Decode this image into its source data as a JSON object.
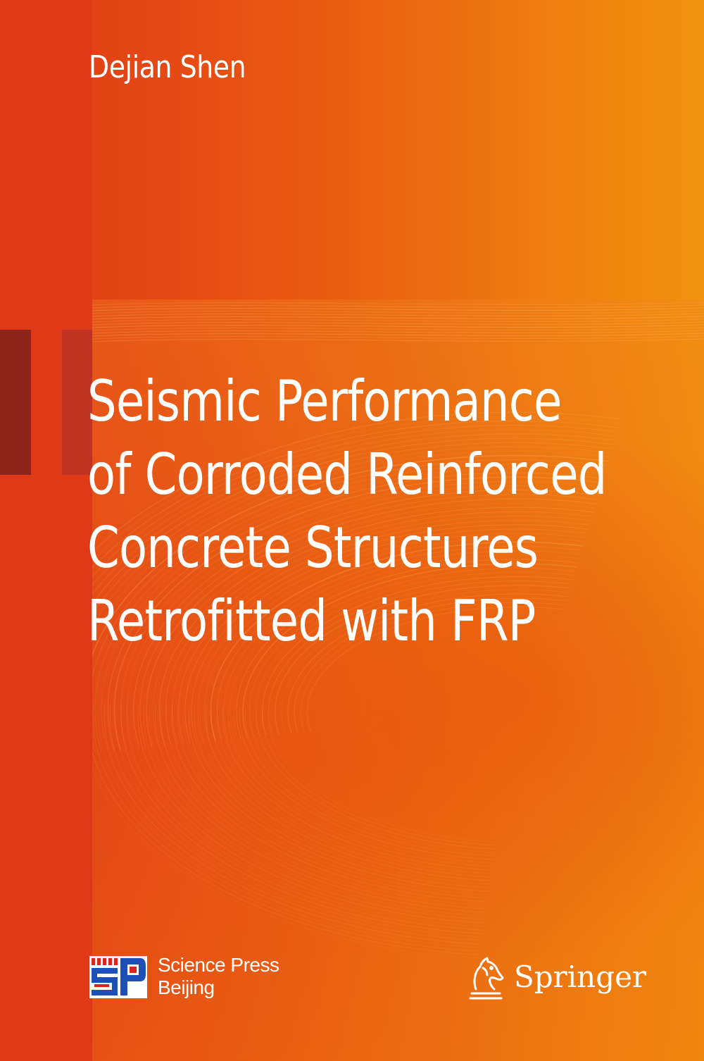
{
  "author": "Dejian Shen",
  "title_lines": [
    "Seismic Performance",
    "of Corroded Reinforced",
    "Concrete Structures",
    "Retrofitted with FRP"
  ],
  "publishers": {
    "science_press": {
      "line1": "Science Press",
      "line2": "Beijing",
      "logo_icon": "science-press-logo"
    },
    "springer": {
      "name": "Springer",
      "logo_icon": "springer-horse-logo"
    }
  },
  "colors": {
    "background_left": "#df3a17",
    "background_right": "#f1930e",
    "marker_dark": "#8e231b",
    "text": "#ffffff",
    "logo_blue": "#1e4fb5",
    "logo_red": "#e2231a"
  }
}
